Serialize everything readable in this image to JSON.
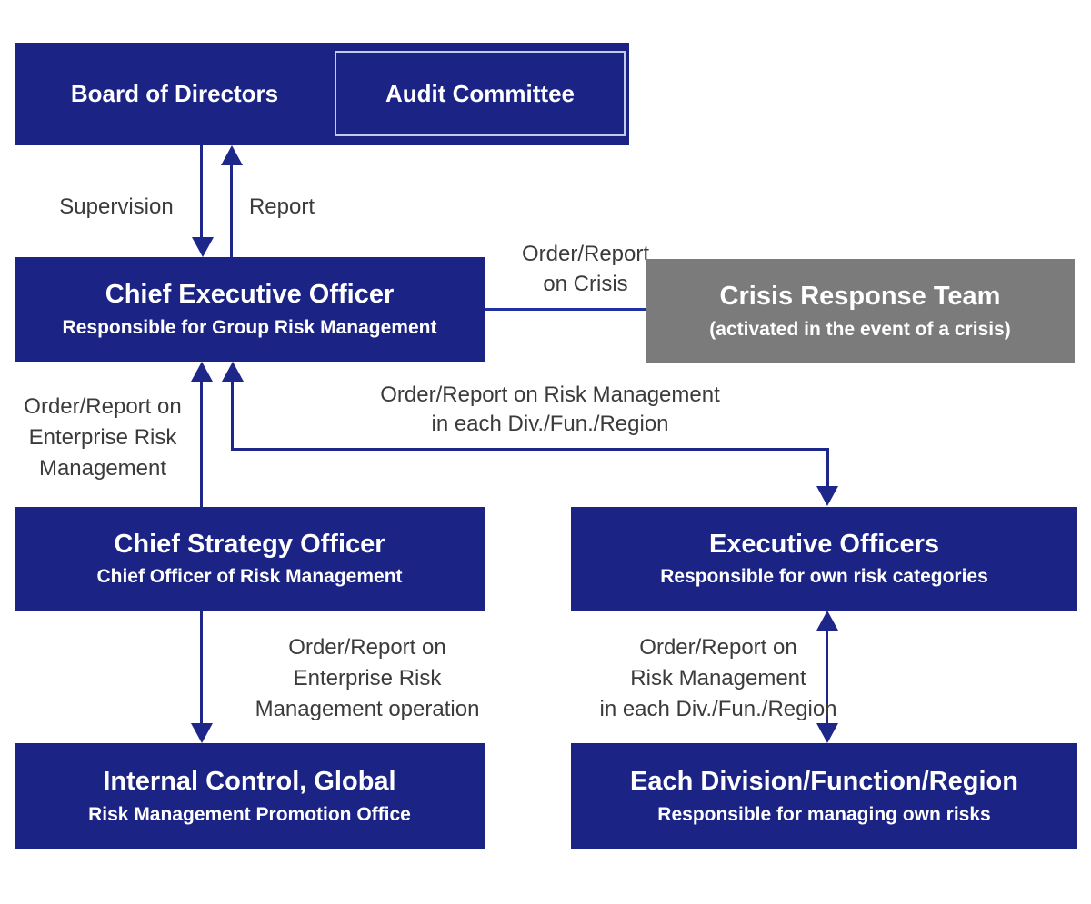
{
  "colors": {
    "box_navy": "#1b2385",
    "box_gray": "#7b7b7b",
    "arrow_navy": "#1d2689",
    "crisis_link_blue": "#2030a5",
    "label_text": "#3b3b3b",
    "audit_border": "#c5cae6"
  },
  "boxes": {
    "board": {
      "label": "Board of Directors"
    },
    "audit": {
      "label": "Audit Committee"
    },
    "ceo": {
      "title": "Chief Executive Officer",
      "subtitle": "Responsible for Group Risk Management"
    },
    "crisis": {
      "title": "Crisis Response Team",
      "subtitle": "(activated in the event of a crisis)"
    },
    "cso": {
      "title": "Chief Strategy Officer",
      "subtitle": "Chief Officer of Risk Management"
    },
    "executive": {
      "title": "Executive Officers",
      "subtitle": "Responsible for own risk categories"
    },
    "internal": {
      "title": "Internal Control, Global",
      "subtitle": "Risk Management Promotion Office"
    },
    "division": {
      "title": "Each Division/Function/Region",
      "subtitle": "Responsible for managing own risks"
    }
  },
  "labels": {
    "supervision": "Supervision",
    "report": "Report",
    "crisis_link": "Order/Report\non Crisis",
    "risk_mgmt_link": "Order/Report on Risk Management\nin each Div./Fun./Region",
    "erm_up": "Order/Report on\nEnterprise Risk\nManagement",
    "erm_down": "Order/Report on\nEnterprise Risk\nManagement operation",
    "div_link": "Order/Report on\nRisk Management\nin each Div./Fun./Region"
  }
}
